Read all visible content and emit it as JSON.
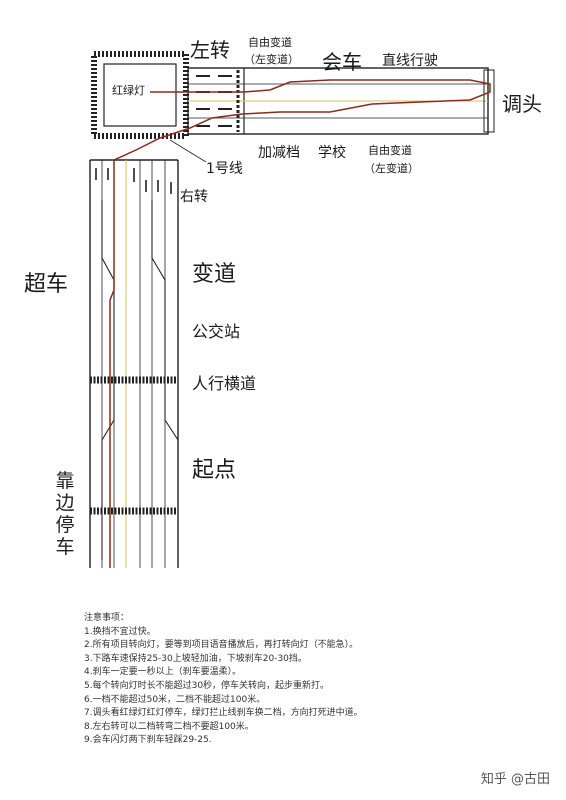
{
  "labels": {
    "left_turn": "左转",
    "traffic_light": "红绿灯",
    "free_lane_change_top": "自由变道",
    "left_lane_top": "（左变道）",
    "meeting_cars": "会车",
    "straight_driving": "直线行驶",
    "u_turn": "调头",
    "add_subtract_gear": "加减档",
    "school": "学校",
    "free_lane_change_bottom": "自由变道",
    "left_lane_bottom": "（左变道）",
    "line_one": "1号线",
    "right_turn": "右转",
    "overtake": "超车",
    "lane_change": "变道",
    "bus_stop": "公交站",
    "crosswalk": "人行横道",
    "start_point": "起点",
    "pull_over": "靠边停车"
  },
  "notes": {
    "title": "注意事项：",
    "items": [
      "1.换挡不宜过快。",
      "2.所有项目转向灯，要等到项目语音播放后，再打转向灯（不能急）。",
      "3.下路车速保持25-30上坡轻加油，下坡刹车20-30挡。",
      "4.刹车一定要一秒以上（刹车要温柔）。",
      "5.每个转向灯时长不能超过30秒，停车关转向，起步重新打。",
      "6.一档不能超过50米，二档不能超过100米。",
      "7.调头看红绿灯红灯停车，绿灯拦止线刹车换二档，方向打死进中道。",
      "8.左右转可以二档转弯二档不要超100米。",
      "9.会车闪灯两下刹车轻踩29-25."
    ]
  },
  "watermark": "知乎 @古田",
  "colors": {
    "route_red": "#8b2a1e",
    "lane_yellow": "#d8c25a",
    "line_dark": "#222222"
  }
}
